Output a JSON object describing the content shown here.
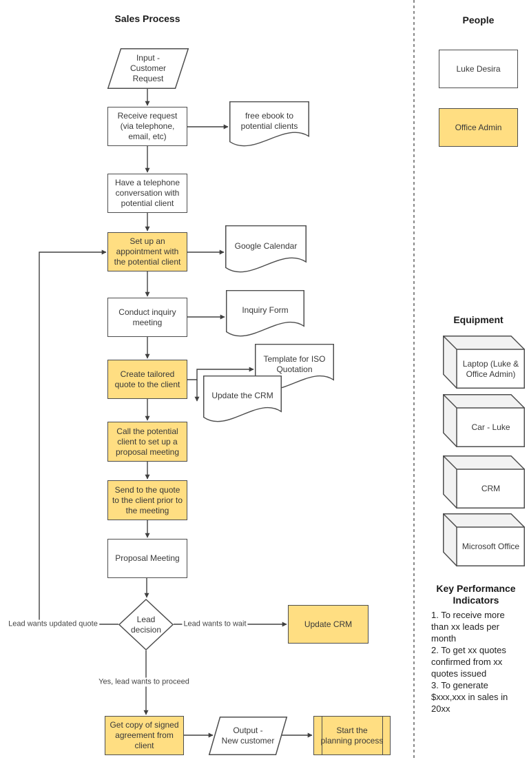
{
  "title": "Sales Process",
  "nodes": {
    "input": {
      "label": "Input -\nCustomer\nRequest",
      "type": "parallelogram"
    },
    "receive_request": {
      "label": "Receive request (via telephone, email, etc)",
      "type": "process"
    },
    "free_ebook": {
      "label": "free ebook to potential clients",
      "type": "document"
    },
    "telephone_conversation": {
      "label": "Have a telephone conversation with potential client",
      "type": "process"
    },
    "set_up_appointment": {
      "label": "Set up an appointment with the potential client",
      "type": "process",
      "highlighted": true
    },
    "google_calendar": {
      "label": "Google Calendar",
      "type": "document"
    },
    "conduct_inquiry": {
      "label": "Conduct inquiry meeting",
      "type": "process"
    },
    "inquiry_form": {
      "label": "Inquiry Form",
      "type": "document"
    },
    "create_quote": {
      "label": "Create tailored quote to the client",
      "type": "process",
      "highlighted": true
    },
    "template_iso": {
      "label": "Template for ISO Quotation",
      "type": "document"
    },
    "update_crm_doc": {
      "label": "Update the CRM",
      "type": "document"
    },
    "call_client": {
      "label": "Call the potential client to set up a proposal meeting",
      "type": "process",
      "highlighted": true
    },
    "send_quote": {
      "label": "Send to the quote to the client prior to the meeting",
      "type": "process",
      "highlighted": true
    },
    "proposal_meeting": {
      "label": "Proposal Meeting",
      "type": "process"
    },
    "lead_decision": {
      "label": "Lead decision",
      "type": "decision"
    },
    "update_crm_action": {
      "label": "Update CRM",
      "type": "process",
      "highlighted": true
    },
    "get_agreement": {
      "label": "Get copy of signed agreement from client",
      "type": "process",
      "highlighted": true
    },
    "output": {
      "label": "Output -\nNew customer",
      "type": "parallelogram"
    },
    "start_planning": {
      "label": "Start the\nplanning process",
      "type": "predefined-process",
      "highlighted": true
    }
  },
  "edge_labels": {
    "updated_quote": "Lead wants updated quote",
    "wait": "Lead wants to wait",
    "proceed": "Yes, lead wants to proceed"
  },
  "sidebar": {
    "people_heading": "People",
    "people": [
      {
        "name": "Luke Desira",
        "highlighted": false
      },
      {
        "name": "Office Admin",
        "highlighted": true
      }
    ],
    "equipment_heading": "Equipment",
    "equipment": [
      {
        "name": "Laptop (Luke & Office Admin)"
      },
      {
        "name": "Car - Luke"
      },
      {
        "name": "CRM"
      },
      {
        "name": "Microsoft Office"
      }
    ],
    "kpi_heading": "Key Performance Indicators",
    "kpis": [
      "1. To receive more than xx leads per month",
      "2. To get xx quotes confirmed from xx quotes issued",
      "3. To generate $xxx,xxx in sales in 20xx"
    ]
  },
  "colors": {
    "highlight_fill": "#ffde82",
    "node_fill": "#ffffff",
    "shape_stroke": "#4d4d4d",
    "connector": "#404040",
    "cube_face": "#f2f2f2",
    "text": "#383838"
  }
}
